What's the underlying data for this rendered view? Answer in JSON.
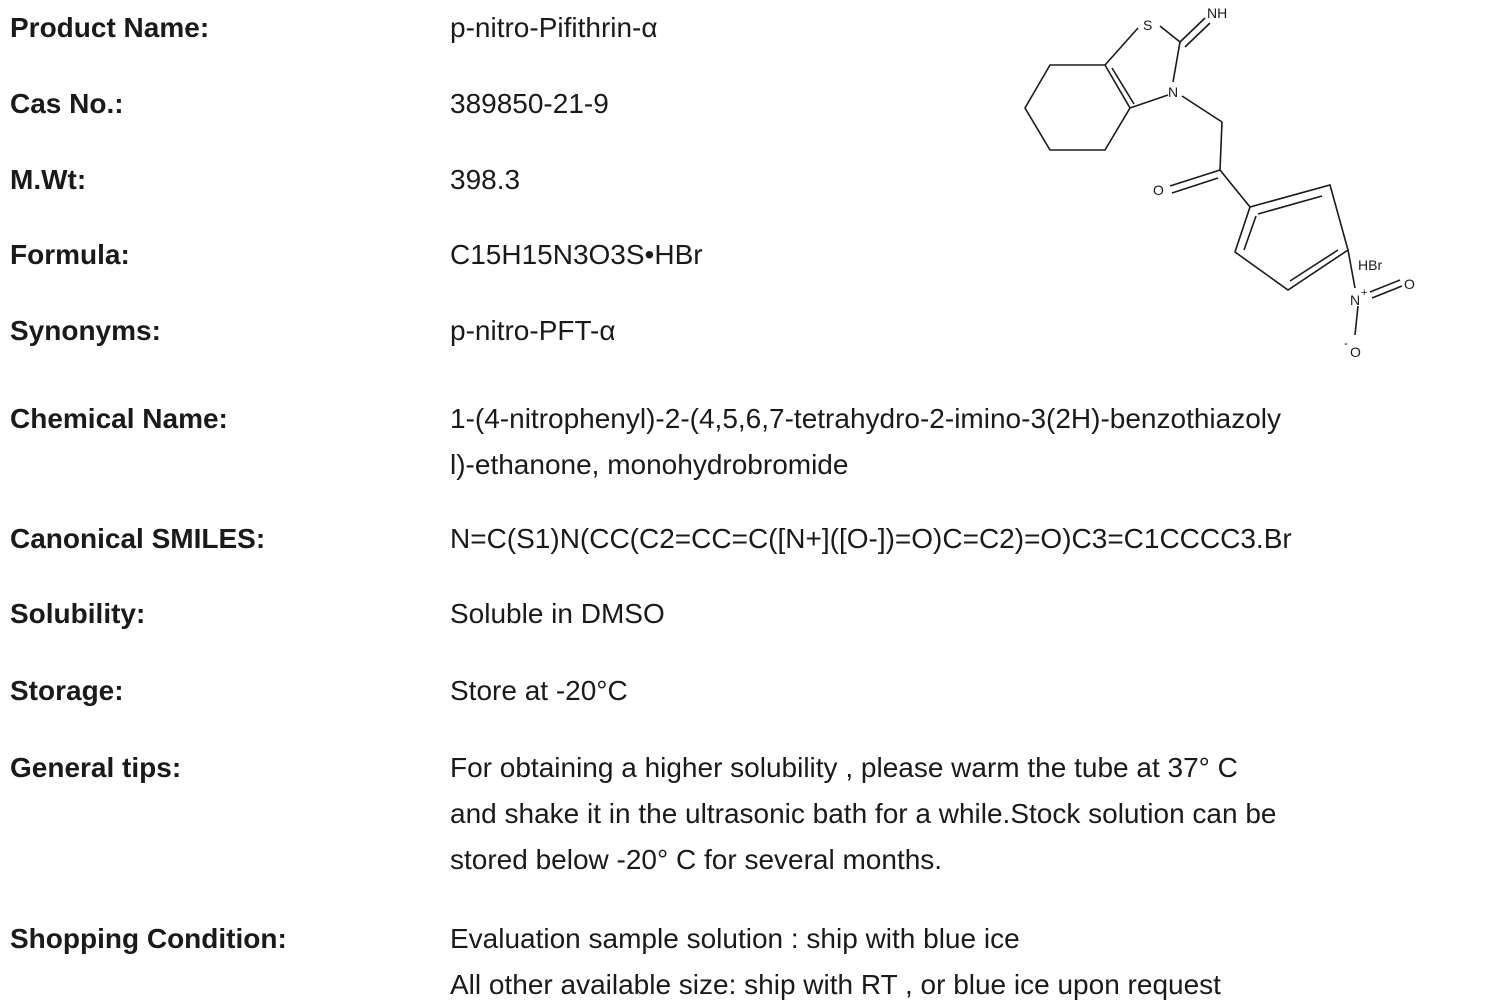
{
  "fields": [
    {
      "label": "Product Name:",
      "lines": [
        "p-nitro-Pifithrin-α"
      ]
    },
    {
      "label": "Cas No.:",
      "lines": [
        "389850-21-9"
      ]
    },
    {
      "label": "M.Wt:",
      "lines": [
        "398.3"
      ]
    },
    {
      "label": "Formula:",
      "lines": [
        "C15H15N3O3S•HBr"
      ]
    },
    {
      "label": "Synonyms:",
      "lines": [
        "p-nitro-PFT-α"
      ]
    },
    {
      "label": "Chemical Name:",
      "lines": [
        "1-(4-nitrophenyl)-2-(4,5,6,7-tetrahydro-2-imino-3(2H)-benzothiazoly",
        "l)-ethanone, monohydrobromide"
      ]
    },
    {
      "label": "Canonical SMILES:",
      "lines": [
        "N=C(S1)N(CC(C2=CC=C([N+]([O-])=O)C=C2)=O)C3=C1CCCC3.Br"
      ]
    },
    {
      "label": "Solubility:",
      "lines": [
        "Soluble in DMSO"
      ]
    },
    {
      "label": "Storage:",
      "lines": [
        "Store at -20°C"
      ]
    },
    {
      "label": "General tips:",
      "lines": [
        "For obtaining a higher solubility , please warm the tube at 37° C",
        "and shake it in the ultrasonic bath for a while.Stock solution can be",
        "stored below -20° C for several months."
      ]
    },
    {
      "label": "Shopping Condition:",
      "lines": [
        "Evaluation sample solution : ship with blue ice",
        "All other available size: ship with RT , or blue ice upon request"
      ]
    }
  ],
  "structure": {
    "atoms": {
      "s": "S",
      "nh": "NH",
      "n": "N",
      "o_ketone": "O",
      "hbr": "HBr",
      "n_plus": "N",
      "plus": "+",
      "o_nitro": "O",
      "o_minus": "O",
      "minus": "-"
    }
  }
}
